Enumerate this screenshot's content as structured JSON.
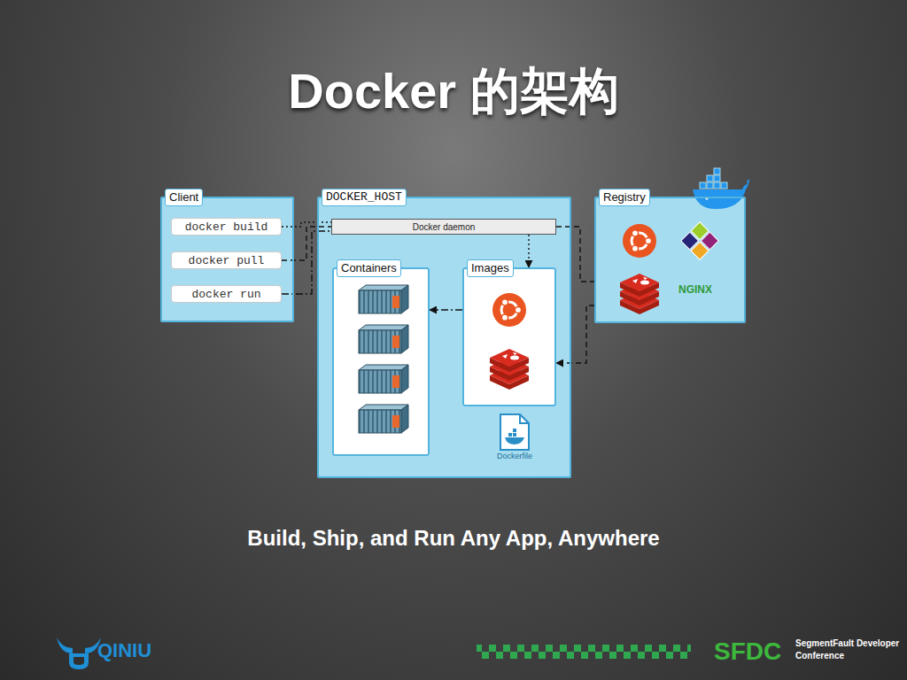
{
  "diagram": {
    "title": "Docker 的架构",
    "caption": "Build, Ship, and Run Any App, Anywhere",
    "nodes": [
      {
        "text": [
          "Client"
        ]
      },
      {
        "text": [
          "docker build"
        ],
        "in": 0
      },
      {
        "text": [
          "docker pull"
        ],
        "in": 0
      },
      {
        "text": [
          "docker run"
        ],
        "in": 0
      },
      {
        "text": [
          "DOCKER_HOST"
        ]
      },
      {
        "text": [
          "Docker daemon"
        ],
        "in": 4
      },
      {
        "text": [
          "Containers"
        ],
        "in": 4
      },
      {
        "text": [
          "Images"
        ],
        "in": 4
      },
      {
        "text": [
          "Registry"
        ]
      }
    ],
    "edges": [
      {
        "from": 1,
        "to": 5,
        "arrow": "none"
      },
      {
        "from": 2,
        "to": 5,
        "arrow": "none"
      },
      {
        "from": 3,
        "to": 5,
        "arrow": "none"
      },
      {
        "from": 5,
        "to": 7,
        "arrow": "to"
      },
      {
        "from": 5,
        "to": 8,
        "arrow": "none"
      },
      {
        "from": 8,
        "to": 7,
        "arrow": "to"
      },
      {
        "from": 7,
        "to": 6,
        "arrow": "to"
      }
    ],
    "labels": [
      "Dockerfile",
      "NGINX",
      "QINIU",
      "SFDC",
      "SegmentFault Developer Conference"
    ]
  }
}
